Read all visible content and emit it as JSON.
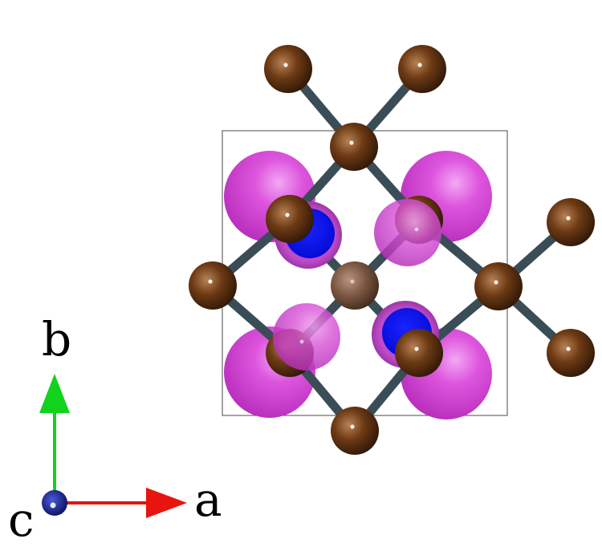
{
  "axes": {
    "a_label": "a",
    "b_label": "b",
    "c_label": "c",
    "a_color": "#e8140f",
    "b_color": "#11d21d",
    "c_color": "#0d1080"
  },
  "colors": {
    "atom_brown": "#6a3710",
    "atom_center": "#7d5a44",
    "bond": "#3a4d57",
    "isosurface_magenta": "#d63fd6",
    "isosurface_blue": "#0a12ee",
    "cell_outline": "#4a4a4a"
  }
}
